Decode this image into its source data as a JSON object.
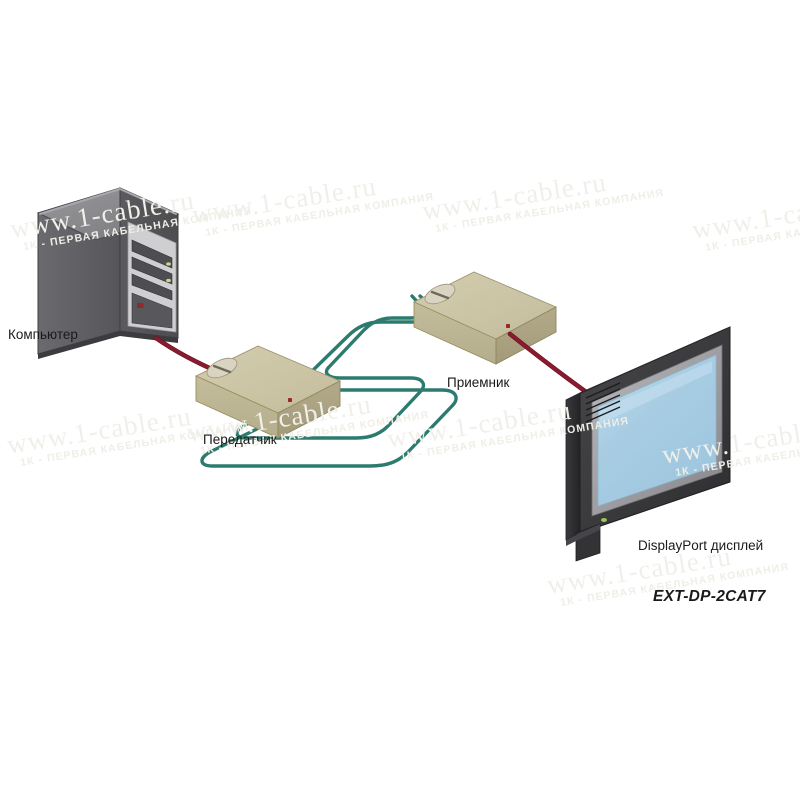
{
  "diagram": {
    "title": "EXT-DP-2CAT7",
    "model_label": "EXT-DP-2CAT7",
    "nodes": {
      "computer": {
        "label": "Компьютер",
        "kind": "desktop-tower",
        "color_front": "#57575a",
        "color_side": "#6e6e71",
        "color_top": "#8b8b8e"
      },
      "transmitter": {
        "label": "Передатчик",
        "kind": "extender-box",
        "color_top": "#cdc7a8",
        "color_front": "#bdb694",
        "color_side": "#a8a07e"
      },
      "receiver": {
        "label": "Приемник",
        "kind": "extender-box",
        "color_top": "#cdc7a8",
        "color_front": "#bdb694",
        "color_side": "#a8a07e"
      },
      "display": {
        "label": "DisplayPort дисплей",
        "kind": "flat-panel-monitor",
        "color_bezel": "#3a3a3c",
        "color_screen": "#a9cee3"
      }
    },
    "cables": [
      {
        "name": "displayport-cable-source",
        "from": "computer",
        "to": "transmitter",
        "color": "#8a1b2e",
        "type": "DisplayPort"
      },
      {
        "name": "cat7-cable-1",
        "from": "transmitter",
        "to": "receiver",
        "color": "#2d7b6e",
        "type": "CAT7"
      },
      {
        "name": "cat7-cable-2",
        "from": "transmitter",
        "to": "receiver",
        "color": "#2d7b6e",
        "type": "CAT7"
      },
      {
        "name": "displayport-cable-sink",
        "from": "receiver",
        "to": "display",
        "color": "#8a1b2e",
        "type": "DisplayPort"
      }
    ]
  },
  "watermark": {
    "main": "www.1-cable.ru",
    "sub": "1К - ПЕРВАЯ КАБЕЛЬНАЯ КОМПАНИЯ",
    "color": "#efeee9"
  }
}
